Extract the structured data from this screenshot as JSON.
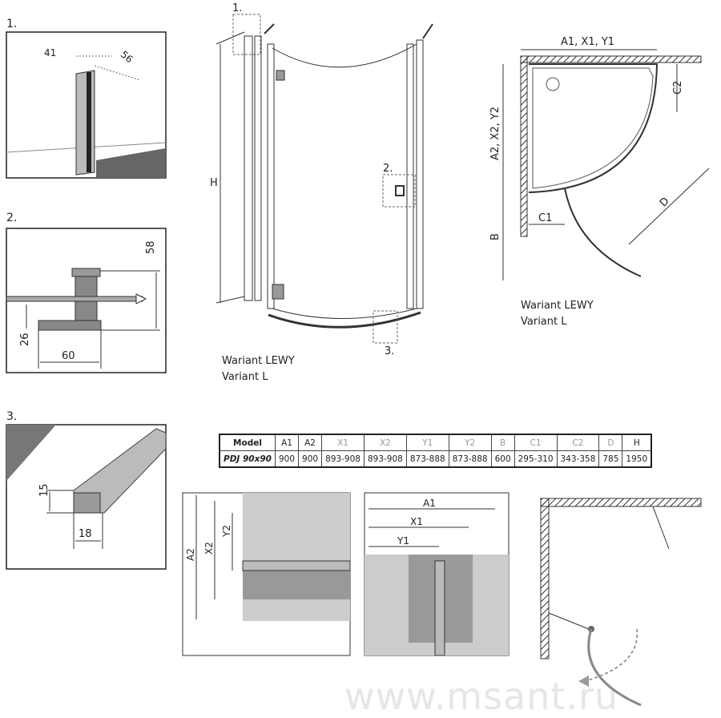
{
  "details": {
    "d1": {
      "label": "1.",
      "dims": [
        "41",
        "56"
      ]
    },
    "d2": {
      "label": "2.",
      "dims": [
        "58",
        "26",
        "60"
      ]
    },
    "d3": {
      "label": "3.",
      "dims": [
        "15",
        "18"
      ]
    }
  },
  "front_view": {
    "callouts": [
      "1.",
      "2.",
      "3."
    ],
    "height_label": "H",
    "caption": [
      "Wariant LEWY",
      "Variant L"
    ]
  },
  "plan_view": {
    "labels": {
      "top": "A1, X1, Y1",
      "left": "A2, X2, Y2",
      "c2": "C2",
      "d": "D",
      "b": "B",
      "c1": "C1"
    },
    "caption": [
      "Wariant LEWY",
      "Variant L"
    ]
  },
  "table": {
    "headers": [
      "Model",
      "A1",
      "A2",
      "X1",
      "X2",
      "Y1",
      "Y2",
      "B",
      "C1",
      "C2",
      "D",
      "H"
    ],
    "rows": [
      [
        "PDJ 90x90",
        "900",
        "900",
        "893-908",
        "893-908",
        "873-888",
        "873-888",
        "600",
        "295-310",
        "343-358",
        "785",
        "1950"
      ]
    ]
  },
  "bottom": {
    "side_labels": [
      "A2",
      "X2",
      "Y2"
    ],
    "front_labels": [
      "A1",
      "X1",
      "Y1"
    ]
  },
  "watermark": "www.msant.ru"
}
